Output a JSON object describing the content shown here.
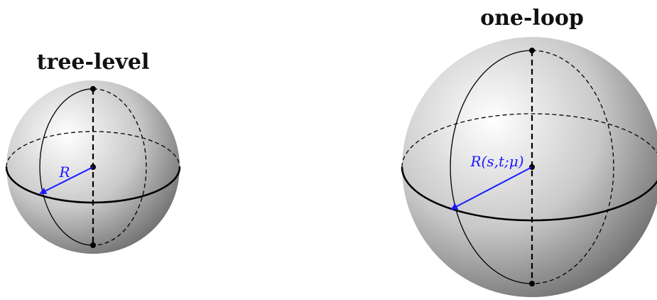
{
  "spheres": [
    {
      "id": "tree",
      "title": "tree-level",
      "radius_label": "R"
    },
    {
      "id": "loop",
      "title": "one-loop",
      "radius_label": "R(s,t;μ)"
    }
  ],
  "colors": {
    "line": "#000000",
    "arrow": "#1a1aff",
    "highlight": "#ffffff",
    "shadow": "#6e6e6e"
  }
}
